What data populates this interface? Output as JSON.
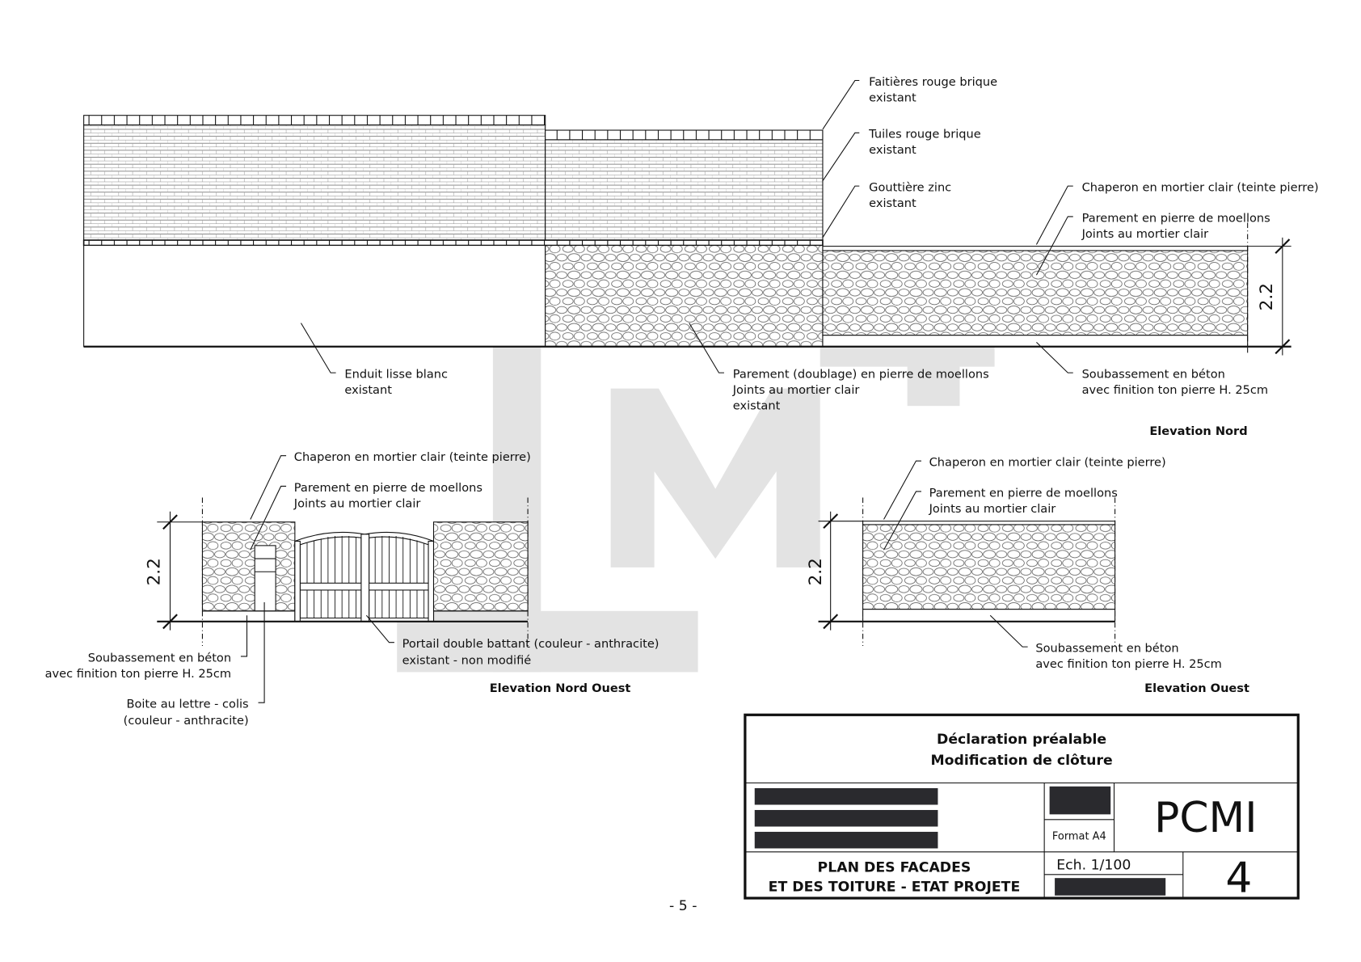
{
  "elevation_nord": {
    "title": "Elevation Nord",
    "dimension": "2.2",
    "faitieres": [
      "Faitières rouge brique",
      "existant"
    ],
    "tuiles": [
      "Tuiles rouge brique",
      "existant"
    ],
    "gouttiere": [
      "Gouttière zinc",
      "existant"
    ],
    "chaperon": "Chaperon en mortier clair (teinte pierre)",
    "parement": [
      "Parement en pierre de moellons",
      "Joints au mortier clair"
    ],
    "enduit": [
      "Enduit lisse blanc",
      "existant"
    ],
    "parement_doublage": [
      "Parement (doublage) en pierre de moellons",
      "Joints au mortier clair",
      "existant"
    ],
    "soubassement": [
      "Soubassement en béton",
      "avec finition ton pierre H. 25cm"
    ]
  },
  "elevation_nord_ouest": {
    "title": "Elevation Nord Ouest",
    "dimension": "2.2",
    "chaperon": "Chaperon en mortier clair (teinte pierre)",
    "parement": [
      "Parement en pierre de moellons",
      "Joints au mortier clair"
    ],
    "soubassement": [
      "Soubassement en béton",
      "avec finition ton pierre H. 25cm"
    ],
    "boite": [
      "Boite au lettre - colis",
      "(couleur - anthracite)"
    ],
    "portail": [
      "Portail double battant  (couleur - anthracite)",
      "existant - non modifié"
    ]
  },
  "elevation_ouest": {
    "title": "Elevation Ouest",
    "dimension": "2.2",
    "chaperon": "Chaperon en mortier clair (teinte pierre)",
    "parement": [
      "Parement en pierre de moellons",
      "Joints au mortier clair"
    ],
    "soubassement": [
      "Soubassement en béton",
      "avec finition ton pierre H. 25cm"
    ]
  },
  "title_block": {
    "heading": [
      "Déclaration préalable",
      "Modification de clôture"
    ],
    "format": "Format A4",
    "code": "PCMI",
    "plan_title": [
      "PLAN DES FACADES",
      "ET DES TOITURE - ETAT PROJETE"
    ],
    "scale": "Ech. 1/100",
    "sheet_number": "4"
  },
  "watermark": "LMT",
  "page_number": "- 5 -"
}
